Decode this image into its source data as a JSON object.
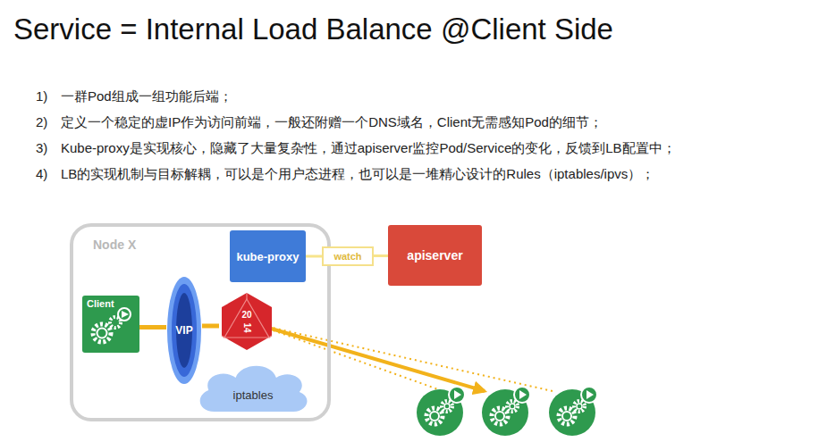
{
  "diagram": {
    "title": "Service = Internal Load Balance @Client Side",
    "nodes": [
      {
        "text": [
          "Node X"
        ]
      },
      {
        "text": [
          "kube-proxy"
        ],
        "in": 0
      },
      {
        "text": [
          "watch"
        ]
      },
      {
        "text": [
          "apiserver"
        ]
      },
      {
        "text": [
          "Client"
        ],
        "in": 0
      },
      {
        "text": [
          "VIP"
        ],
        "in": 0
      },
      {
        "text": [
          "20",
          "14"
        ],
        "in": 0
      },
      {
        "text": [
          "iptables"
        ],
        "in": 0
      }
    ],
    "edges": [
      {
        "from": 1,
        "to": 2,
        "arrow": "none"
      },
      {
        "from": 2,
        "to": 3,
        "arrow": "none"
      },
      {
        "from": 4,
        "to": 5,
        "arrow": "none"
      },
      {
        "from": 5,
        "to": 6,
        "arrow": "none"
      }
    ],
    "labels": [
      "1)",
      "一群Pod组成一组功能后端；",
      "2)",
      "定义一个稳定的虚IP作为访问前端，一般还附赠一个DNS域名，Client无需感知Pod的细节；",
      "3)",
      "Kube-proxy是实现核心，隐藏了大量复杂性，通过apiserver监控Pod/Service的变化，反馈到LB配置中；",
      "4)",
      "LB的实现机制与目标解耦，可以是个用户态进程，也可以是一堆精心设计的Rules（iptables/ipvs）；"
    ]
  }
}
